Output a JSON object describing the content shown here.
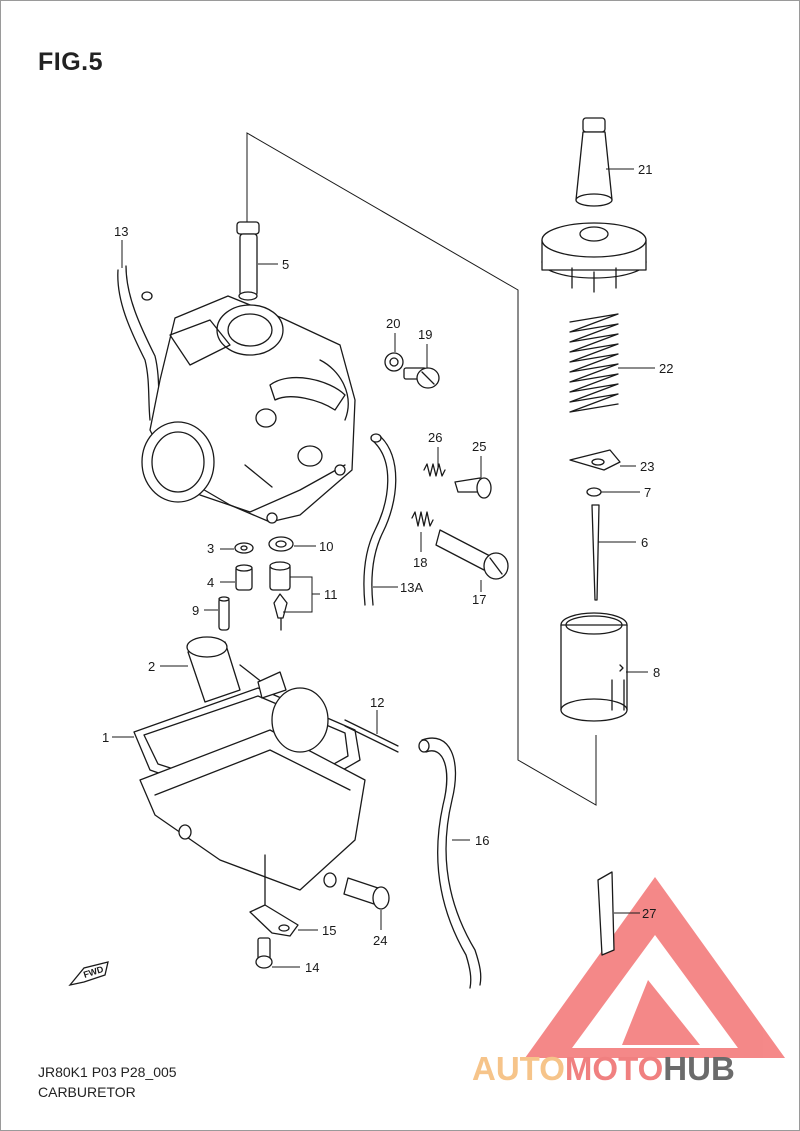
{
  "figure": {
    "title": "FIG.5",
    "code": "JR80K1 P03 P28_005",
    "name": "CARBURETOR"
  },
  "direction_badge": "FWD",
  "callouts": [
    {
      "id": "c13",
      "text": "13"
    },
    {
      "id": "c5",
      "text": "5"
    },
    {
      "id": "c20",
      "text": "20"
    },
    {
      "id": "c19",
      "text": "19"
    },
    {
      "id": "c26",
      "text": "26"
    },
    {
      "id": "c25",
      "text": "25"
    },
    {
      "id": "c18",
      "text": "18"
    },
    {
      "id": "c13a",
      "text": "13A"
    },
    {
      "id": "c17",
      "text": "17"
    },
    {
      "id": "c3",
      "text": "3"
    },
    {
      "id": "c10",
      "text": "10"
    },
    {
      "id": "c4",
      "text": "4"
    },
    {
      "id": "c11",
      "text": "11"
    },
    {
      "id": "c9",
      "text": "9"
    },
    {
      "id": "c2",
      "text": "2"
    },
    {
      "id": "c12",
      "text": "12"
    },
    {
      "id": "c1",
      "text": "1"
    },
    {
      "id": "c16",
      "text": "16"
    },
    {
      "id": "c24",
      "text": "24"
    },
    {
      "id": "c15",
      "text": "15"
    },
    {
      "id": "c14",
      "text": "14"
    },
    {
      "id": "c21",
      "text": "21"
    },
    {
      "id": "c22",
      "text": "22"
    },
    {
      "id": "c23",
      "text": "23"
    },
    {
      "id": "c7",
      "text": "7"
    },
    {
      "id": "c6",
      "text": "6"
    },
    {
      "id": "c8",
      "text": "8"
    },
    {
      "id": "c27",
      "text": "27"
    }
  ],
  "watermark": {
    "part1": "AUTO",
    "part2": "MOTO",
    "part3": "HUB",
    "color1": "#f6c48a",
    "color2": "#f08080",
    "color3": "#6b6b6b",
    "logo_color": "#f26b6b"
  }
}
